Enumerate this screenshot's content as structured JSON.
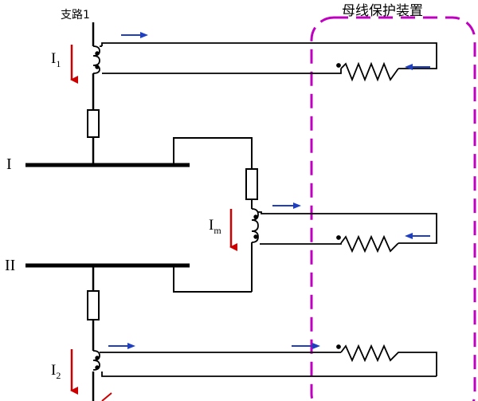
{
  "labels": {
    "branch1": "支路1",
    "device": "母线保护装置",
    "bus1": "I",
    "bus2": "II",
    "i1_main": "I",
    "i1_sub": "1",
    "im_main": "I",
    "im_sub": "m",
    "i2_main": "I",
    "i2_sub": "2"
  },
  "colors": {
    "line": "#000000",
    "current_arrow": "#cc0000",
    "flow_arrow": "#1f3fbf",
    "device_box": "#c000c0"
  }
}
